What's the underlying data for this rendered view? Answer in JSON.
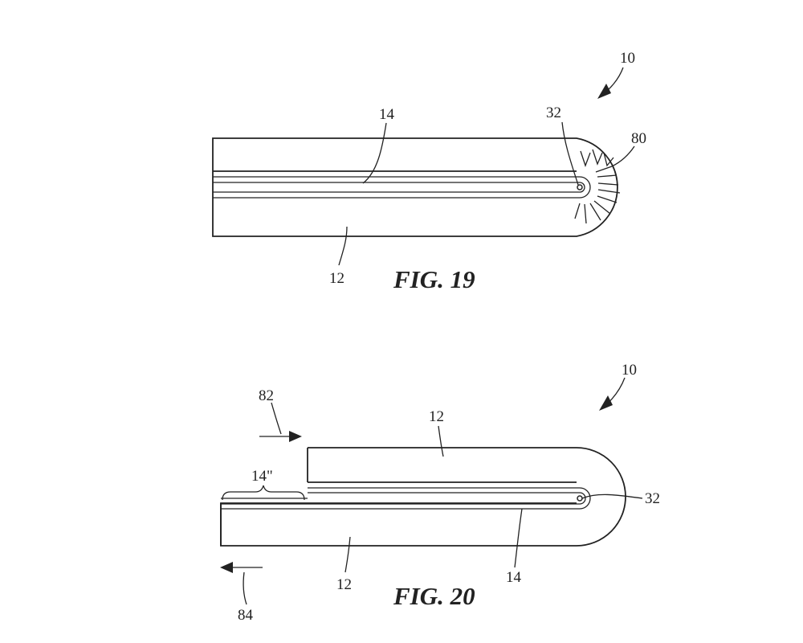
{
  "figure_19": {
    "caption": "FIG. 19",
    "ref_device": "10",
    "ref_panel": "12",
    "ref_display": "14",
    "ref_hinge": "32",
    "ref_light": "80"
  },
  "figure_20": {
    "caption": "FIG. 20",
    "ref_device": "10",
    "ref_panel_top": "12",
    "ref_panel_bottom": "12",
    "ref_display": "14",
    "ref_exposed": "14\"",
    "ref_hinge": "32",
    "ref_arrow_right": "82",
    "ref_arrow_left": "84"
  }
}
